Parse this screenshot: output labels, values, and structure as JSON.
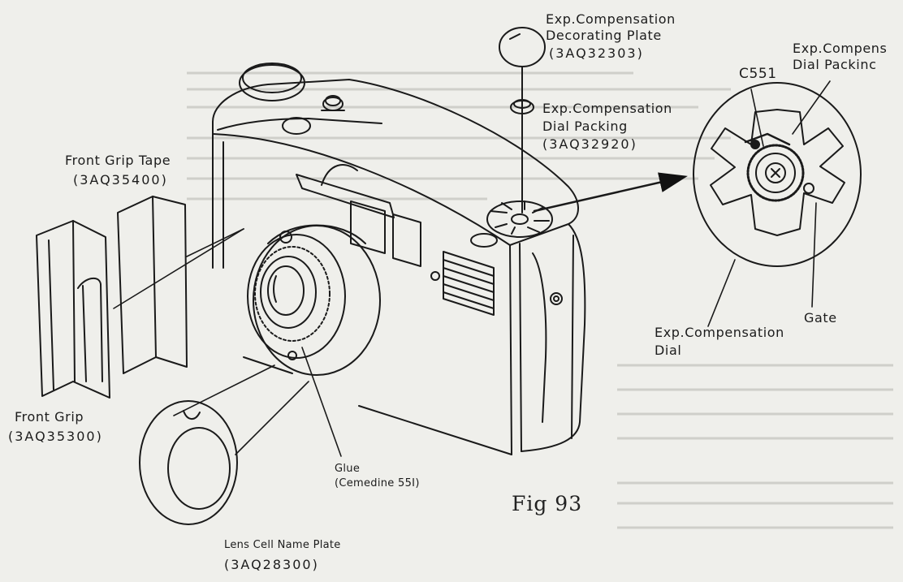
{
  "figure": {
    "caption": "Fig 93"
  },
  "labels": {
    "decorating_plate": {
      "name": "Exp.Compensation",
      "name2": "Decorating Plate",
      "code": "(3AQ32303)"
    },
    "dial_packing": {
      "name": "Exp.Compensation",
      "name2": "Dial Packing",
      "code": "(3AQ32920)"
    },
    "dial_packing_detail": {
      "name": "Exp.Compens",
      "name2": "Dial Packinc"
    },
    "c551": {
      "text": "C551"
    },
    "gate": {
      "text": "Gate"
    },
    "exp_dial": {
      "name": "Exp.Compensation",
      "name2": "Dial"
    },
    "front_grip_tape": {
      "name": "Front Grip Tape",
      "code": "(3AQ35400)"
    },
    "front_grip": {
      "name": "Front Grip",
      "code": "(3AQ35300)"
    },
    "glue": {
      "name": "Glue",
      "detail": "(Cemedine 55I)"
    },
    "lens_plate": {
      "name": "Lens Cell Name Plate",
      "code": "(3AQ28300)"
    }
  }
}
